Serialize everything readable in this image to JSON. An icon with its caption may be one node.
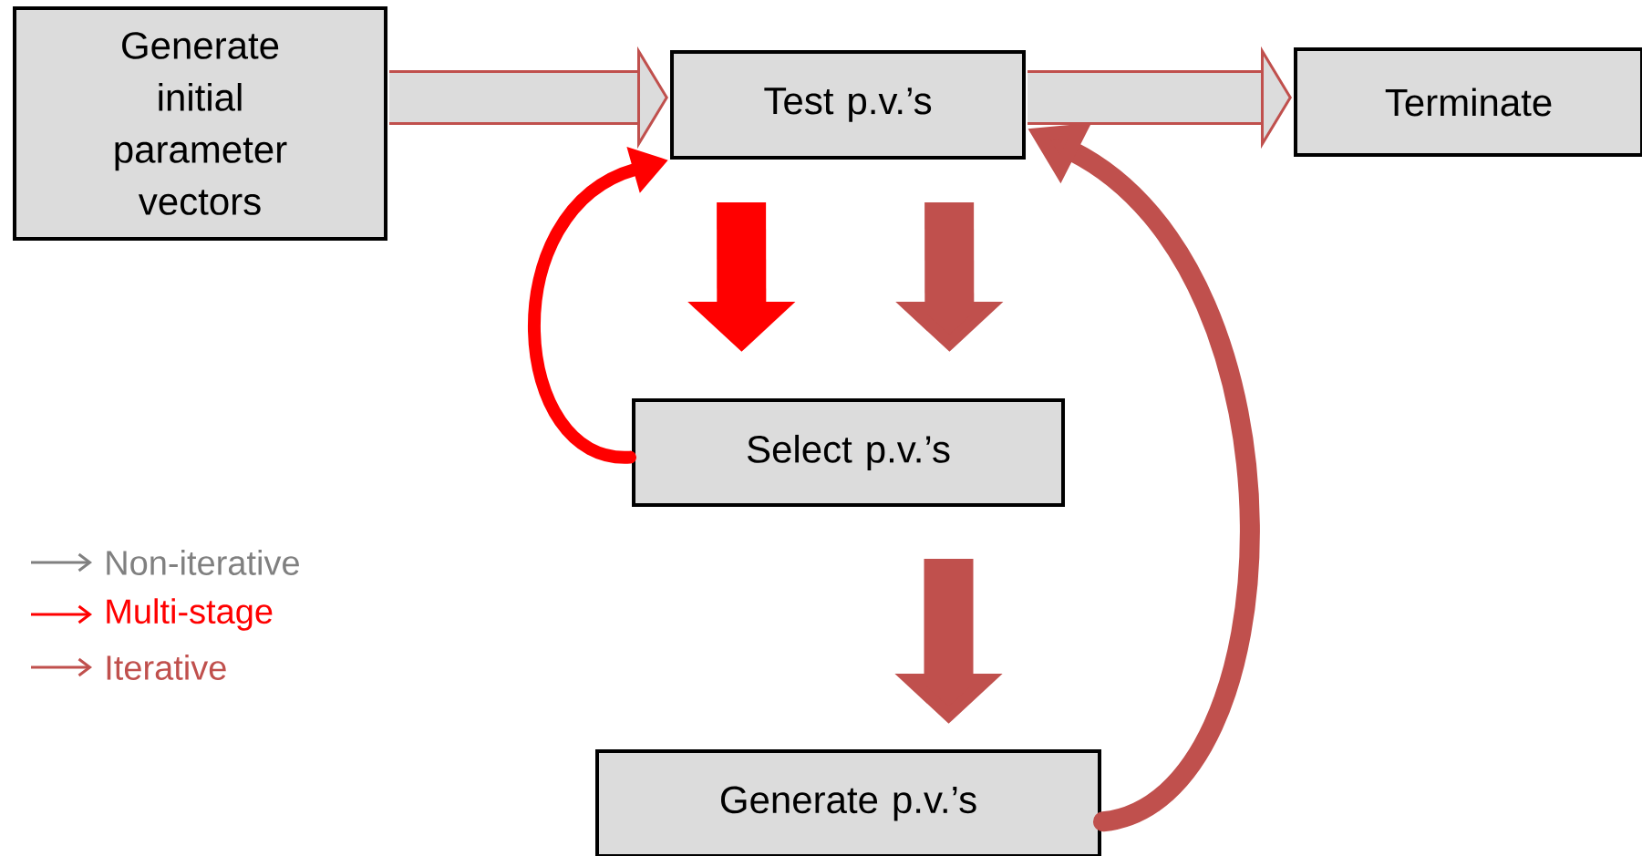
{
  "diagram": {
    "nodes": [
      {
        "text": [
          "Generate initial parameter vectors"
        ]
      },
      {
        "text": [
          "Test p.v.’s"
        ]
      },
      {
        "text": [
          "Terminate"
        ]
      },
      {
        "text": [
          "Select p.v.’s"
        ]
      },
      {
        "text": [
          "Generate p.v.’s"
        ]
      }
    ],
    "edges": [
      {
        "from": 0,
        "to": 1,
        "arrow": "to"
      },
      {
        "from": 1,
        "to": 2,
        "arrow": "to"
      },
      {
        "from": 1,
        "to": 3,
        "arrow": "to",
        "color": "#ff0000"
      },
      {
        "from": 1,
        "to": 3,
        "arrow": "to"
      },
      {
        "from": 3,
        "to": 4,
        "arrow": "to"
      },
      {
        "from": 3,
        "to": 1,
        "arrow": "to",
        "color": "#ff0000"
      },
      {
        "from": 4,
        "to": 1,
        "arrow": "to"
      }
    ],
    "legend": [
      {
        "text": "Non-iterative"
      },
      {
        "text": "Multi-stage"
      },
      {
        "text": "Iterative"
      }
    ]
  }
}
